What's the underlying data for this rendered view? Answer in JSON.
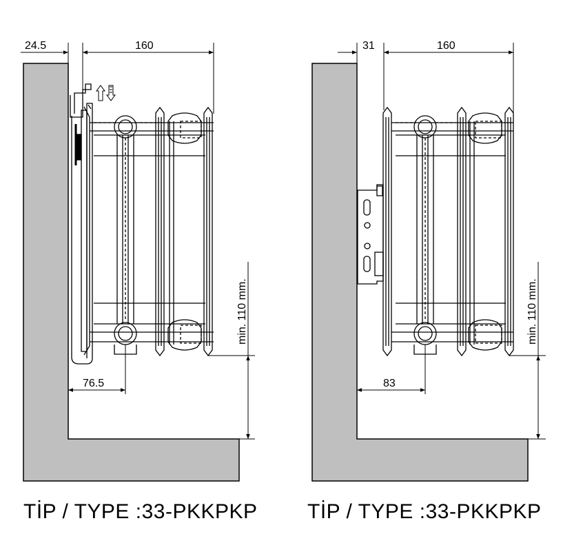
{
  "colors": {
    "wall": "#bfbfbf",
    "line": "#000000",
    "background": "#ffffff"
  },
  "left": {
    "dims": {
      "top_gap": "24.5",
      "depth": "160",
      "bottom": "76.5",
      "min_clearance": "min. 110 mm."
    },
    "caption": "TİP / TYPE :33-PKKPKP",
    "bracket_icon": "wall-hook-bracket-icon"
  },
  "right": {
    "dims": {
      "top_gap": "31",
      "depth": "160",
      "bottom": "83",
      "min_clearance": "min. 110 mm."
    },
    "caption": "TİP / TYPE :33-PKKPKP",
    "bracket_icon": "wall-plate-bracket-icon"
  }
}
